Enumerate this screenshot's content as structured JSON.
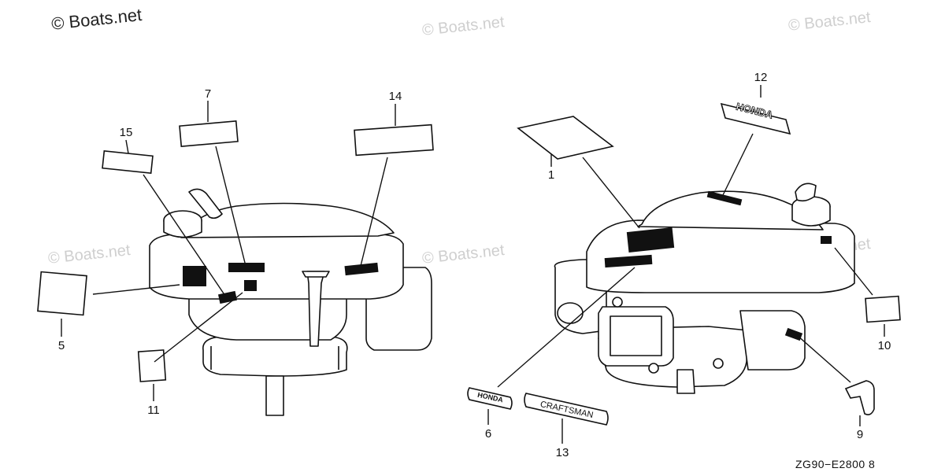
{
  "watermarks": {
    "main": "© Boats.net",
    "ghost": "© Boats.net"
  },
  "callouts": {
    "c1": "1",
    "c5": "5",
    "c6": "6",
    "c7": "7",
    "c9": "9",
    "c10": "10",
    "c11": "11",
    "c12": "12",
    "c13": "13",
    "c14": "14",
    "c15": "15"
  },
  "emblems": {
    "honda_small": "HONDA",
    "honda_large": "HONDA",
    "craftsman": "CRAFTSMAN"
  },
  "diagram_code": "ZG90−E2800 8"
}
